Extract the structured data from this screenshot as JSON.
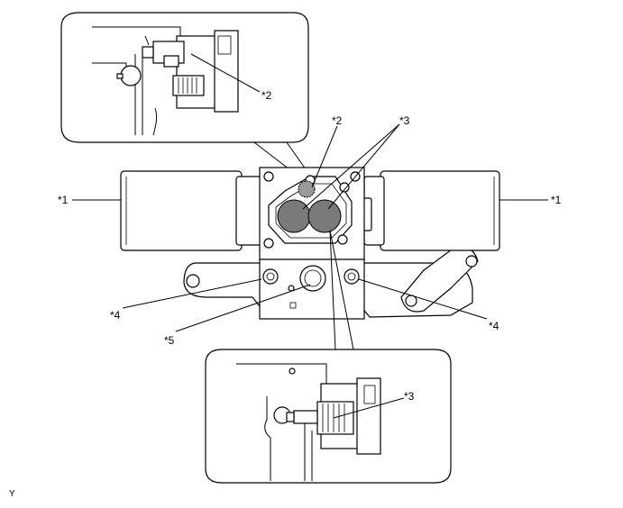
{
  "labels": {
    "motor_left": "*1",
    "motor_right": "*1",
    "detail_top_callout": "*2",
    "center_top_2": "*2",
    "center_top_3": "*3",
    "bolt_left": "*4",
    "bolt_right": "*4",
    "port": "*5",
    "detail_bottom_callout": "*3"
  },
  "corner_mark": "Y"
}
